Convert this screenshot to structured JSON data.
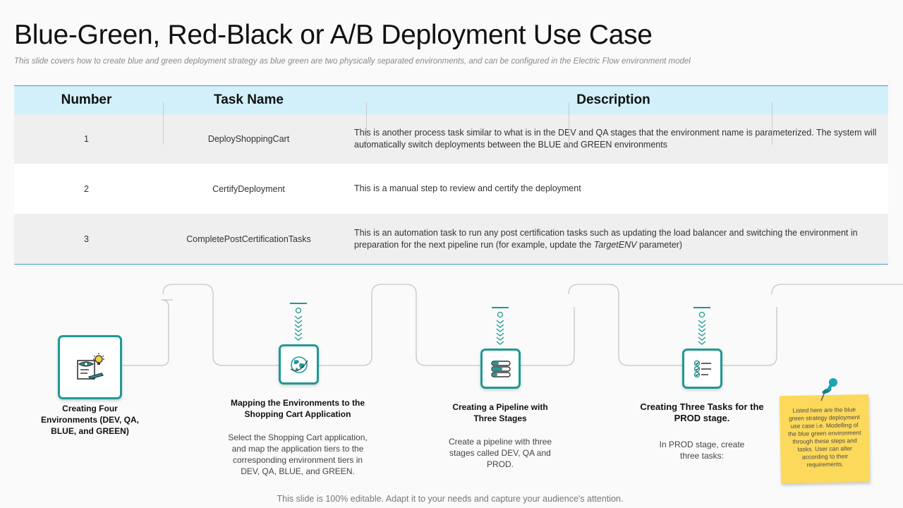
{
  "title": "Blue-Green, Red-Black or A/B Deployment Use Case",
  "subtitle": "This slide covers how to create blue and green deployment strategy as blue green are two physically separated environments, and can be configured in the Electric Flow environment model",
  "table": {
    "headers": [
      "Number",
      "Task Name",
      "Description"
    ],
    "rows": [
      {
        "number": "1",
        "task": "DeployShoppingCart",
        "description": "This is another process task similar to what is in the DEV and QA stages that the environment name is parameterized. The system will automatically switch deployments between the BLUE and GREEN environments"
      },
      {
        "number": "2",
        "task": "CertifyDeployment",
        "description": "This is a manual step to review and certify the deployment"
      },
      {
        "number": "3",
        "task": "CompletePostCertificationTasks",
        "description_pre": "This is an automation task to run any post certification tasks such as updating the load balancer and switching the environment in preparation for the next pipeline run (for example, update the ",
        "description_em": "TargetENV",
        "description_post": " parameter)"
      }
    ]
  },
  "steps": [
    {
      "title": "Creating Four Environments (DEV, QA, BLUE, and GREEN)",
      "desc": "",
      "icon": "idea-document-icon"
    },
    {
      "title": "Mapping the Environments to the Shopping Cart Application",
      "desc": "Select the Shopping Cart application, and map the application tiers to the corresponding environment tiers in DEV, QA, BLUE, and GREEN.",
      "icon": "globe-icon"
    },
    {
      "title": "Creating a Pipeline with Three Stages",
      "desc": "Create a pipeline with three stages called DEV, QA and PROD.",
      "icon": "pipeline-icon"
    },
    {
      "title": "Creating Three Tasks for the PROD stage.",
      "desc": "In PROD stage, create three tasks:",
      "icon": "checklist-icon"
    }
  ],
  "note": "Listed here are the blue green strategy deployment use case i.e. Modelling of the blue green environment through these steps and tasks. User can alter according to their requirements.",
  "footer": "This slide is 100% editable. Adapt it to your needs and capture your audience's attention.",
  "colors": {
    "accent": "#1d9a95",
    "header_bg": "#d2f0f9",
    "note": "#fcd95a",
    "rule": "#3fa3bd"
  }
}
